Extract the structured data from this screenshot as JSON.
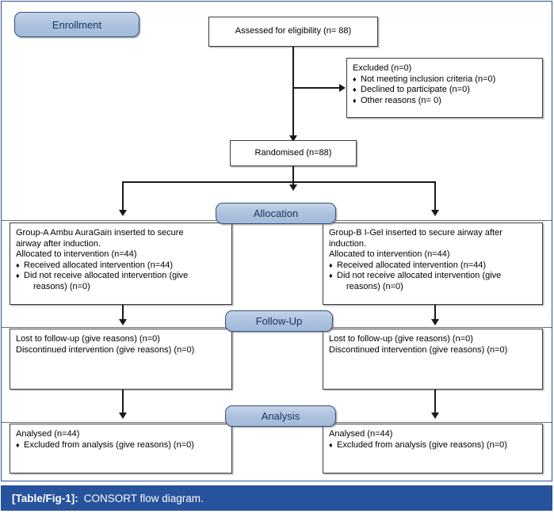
{
  "figure": {
    "caption_label": "[Table/Fig-1]:",
    "caption_text": "CONSORT flow diagram.",
    "accent_blue": "#27529c",
    "tab_fill": "#abc0dd",
    "tab_border": "#2f4f7f"
  },
  "stages": {
    "enrollment": "Enrollment",
    "allocation": "Allocation",
    "followup": "Follow-Up",
    "analysis": "Analysis"
  },
  "enrollment": {
    "assessed": "Assessed for eligibility (n= 88)",
    "excluded_title": "Excluded (n=0)",
    "excluded_items": [
      "Not meeting inclusion criteria (n=0)",
      "Declined to participate (n=0)",
      "Other reasons (n= 0)"
    ],
    "randomised": "Randomised (n=88)"
  },
  "allocation": {
    "left": {
      "line1": "Group-A Ambu AuraGain inserted to secure",
      "line2": "airway after induction.",
      "line3": "Allocated to intervention (n=44)",
      "bullet1": "Received allocated intervention (n=44)",
      "bullet2a": "Did not receive allocated intervention (give",
      "bullet2b": "reasons) (n=0)"
    },
    "right": {
      "line1": "Group-B I-Gel inserted to secure airway after",
      "line2": "induction.",
      "line3": "Allocated to intervention (n=44)",
      "bullet1": "Received allocated intervention (n=44)",
      "bullet2a": "Did not receive allocated intervention (give",
      "bullet2b": "reasons) (n=0)"
    }
  },
  "followup": {
    "left": {
      "line1": "Lost to follow-up (give reasons) (n=0)",
      "line2": "Discontinued intervention (give reasons) (n=0)"
    },
    "right": {
      "line1": "Lost to follow-up (give reasons) (n=0)",
      "line2": "Discontinued intervention (give reasons) (n=0)"
    }
  },
  "analysis": {
    "left": {
      "line1": "Analysed (n=44)",
      "bullet1": "Excluded from analysis (give reasons) (n=0)"
    },
    "right": {
      "line1": "Analysed (n=44)",
      "bullet1": "Excluded from analysis (give reasons) (n=0)"
    }
  },
  "icons": {
    "bullet": "♦"
  }
}
